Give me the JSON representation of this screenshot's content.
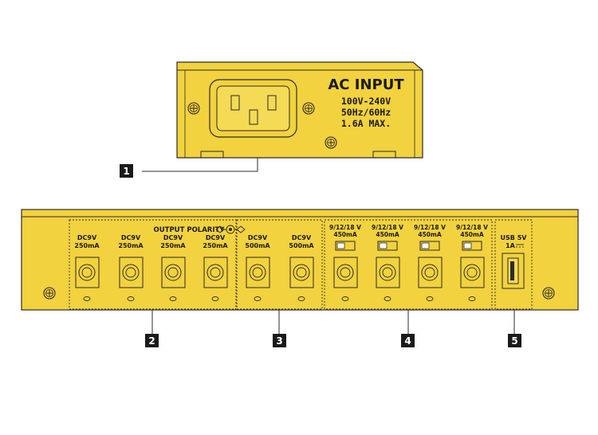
{
  "colors": {
    "panel": "#f2d23e",
    "panel_shade": "#e6c21e",
    "outline": "#2b2b2b",
    "label_bg": "#1a1a1a",
    "label_fg": "#ffffff"
  },
  "ac_unit": {
    "title": "AC INPUT",
    "spec_lines": [
      "100V-240V",
      "50Hz/60Hz",
      "1.6A MAX."
    ]
  },
  "output_polarity_label": "OUTPUT POLARITY",
  "groups": [
    {
      "callout": "1"
    },
    {
      "callout": "2",
      "outputs": [
        {
          "voltage": "DC9V",
          "current": "250mA"
        },
        {
          "voltage": "DC9V",
          "current": "250mA"
        },
        {
          "voltage": "DC9V",
          "current": "250mA"
        },
        {
          "voltage": "DC9V",
          "current": "250mA"
        }
      ]
    },
    {
      "callout": "3",
      "outputs": [
        {
          "voltage": "DC9V",
          "current": "500mA"
        },
        {
          "voltage": "DC9V",
          "current": "500mA"
        }
      ]
    },
    {
      "callout": "4",
      "outputs": [
        {
          "voltage": "9/12/18 V",
          "current": "450mA"
        },
        {
          "voltage": "9/12/18 V",
          "current": "450mA"
        },
        {
          "voltage": "9/12/18 V",
          "current": "450mA"
        },
        {
          "voltage": "9/12/18 V",
          "current": "450mA"
        }
      ]
    },
    {
      "callout": "5",
      "usb": {
        "label": "USB 5V",
        "current": "1A"
      }
    }
  ]
}
